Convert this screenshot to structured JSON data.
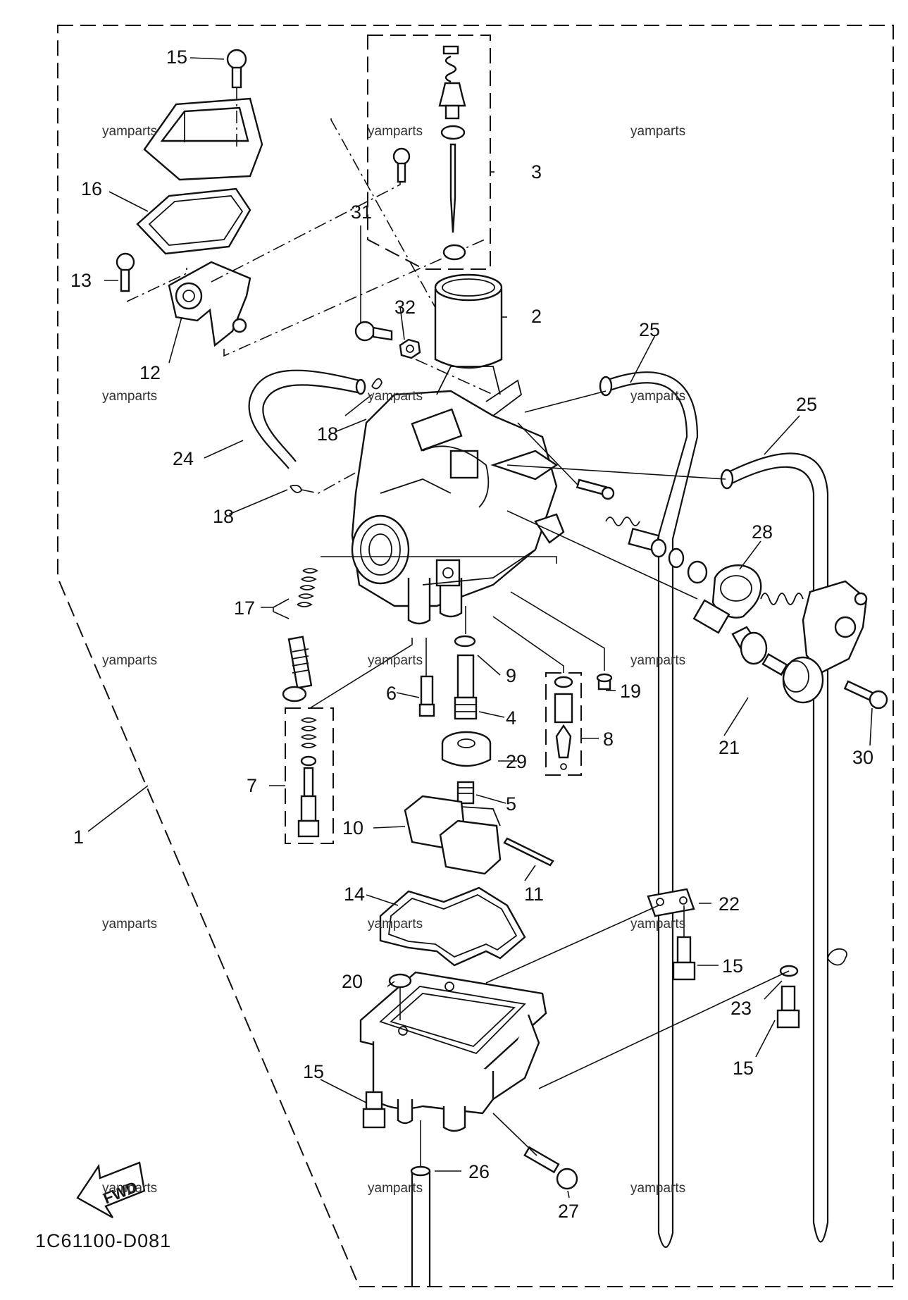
{
  "diagram": {
    "drawing_code": "1C61100-D081",
    "fwd_label": "FWD",
    "watermark": "yamparts",
    "callouts": [
      "1",
      "2",
      "3",
      "4",
      "5",
      "6",
      "7",
      "8",
      "9",
      "10",
      "11",
      "12",
      "13",
      "14",
      "15",
      "15",
      "15",
      "15",
      "16",
      "17",
      "18",
      "18",
      "19",
      "20",
      "21",
      "22",
      "23",
      "24",
      "25",
      "25",
      "26",
      "27",
      "28",
      "29",
      "30",
      "31",
      "32"
    ]
  }
}
